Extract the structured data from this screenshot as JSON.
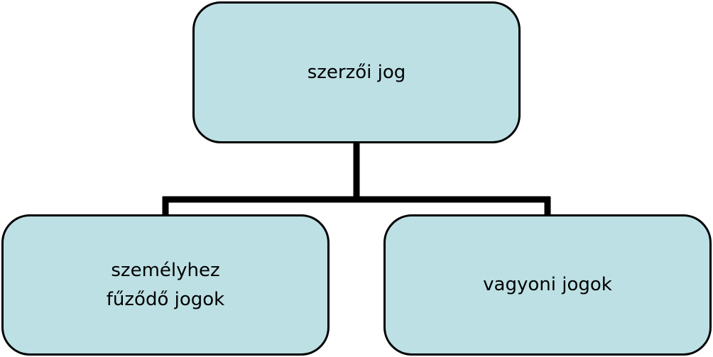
{
  "diagram": {
    "colors": {
      "node_fill": "#bde0e4",
      "node_border": "#000000",
      "connector": "#000000"
    },
    "root": {
      "label": "szerzői jog"
    },
    "children": [
      {
        "label": "személyhez fűződő jogok"
      },
      {
        "label": "vagyoni jogok"
      }
    ]
  }
}
